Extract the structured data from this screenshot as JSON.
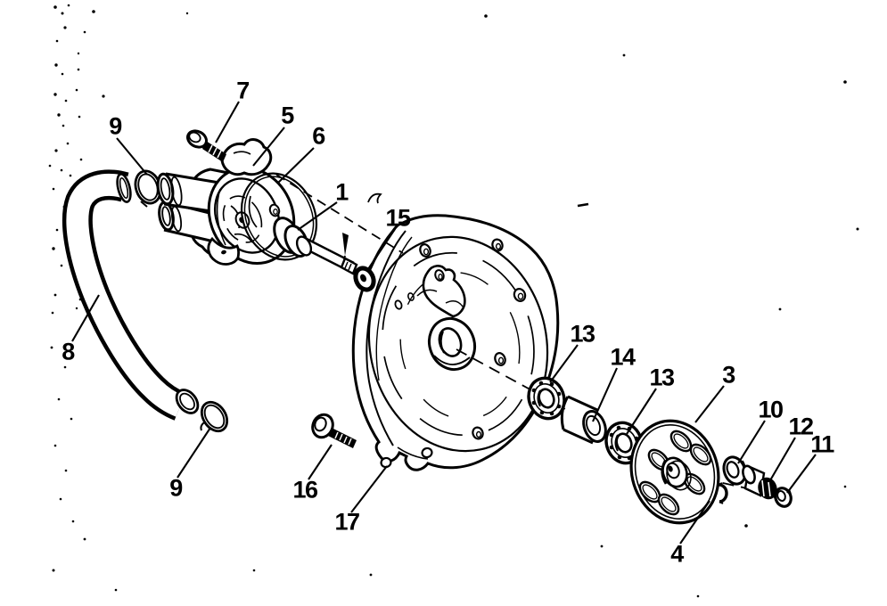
{
  "figure": {
    "paper_color": "#ffffff",
    "ink_color": "#000000"
  },
  "callouts": [
    {
      "label": "7"
    },
    {
      "label": "9"
    },
    {
      "label": "5"
    },
    {
      "label": "6"
    },
    {
      "label": "1"
    },
    {
      "label": "15"
    },
    {
      "label": "8"
    },
    {
      "label": "9"
    },
    {
      "label": "16"
    },
    {
      "label": "17"
    },
    {
      "label": "13"
    },
    {
      "label": "14"
    },
    {
      "label": "13"
    },
    {
      "label": "3"
    },
    {
      "label": "10"
    },
    {
      "label": "12"
    },
    {
      "label": "11"
    },
    {
      "label": "4"
    }
  ]
}
